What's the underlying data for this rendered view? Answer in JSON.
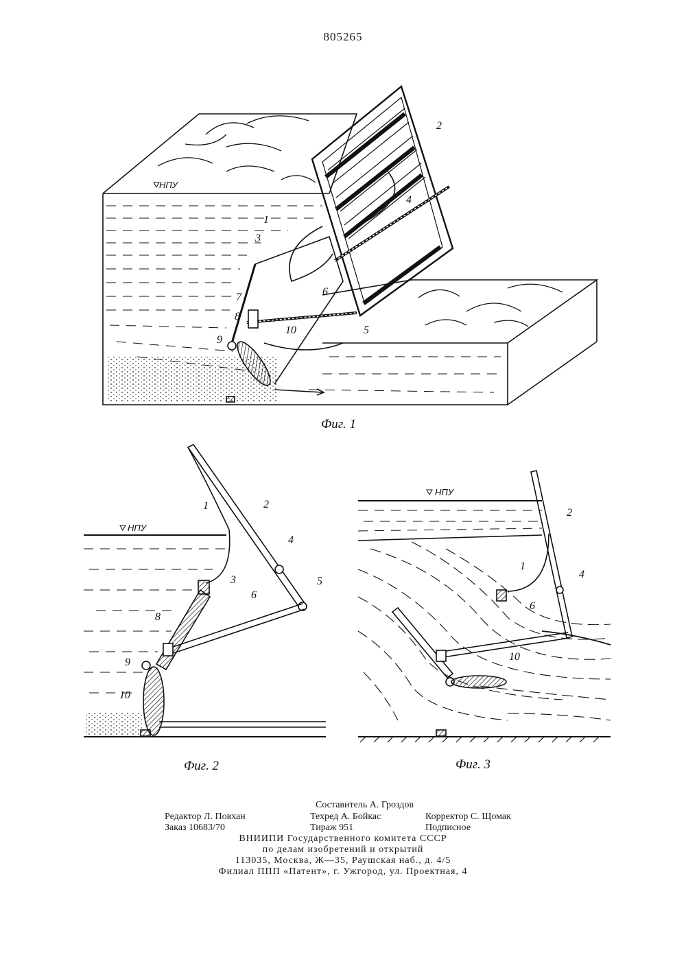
{
  "patent_number": "805265",
  "level_label": "НПУ",
  "figures": [
    {
      "caption": "Фиг. 1",
      "labels": [
        "1",
        "2",
        "3",
        "4",
        "5",
        "6",
        "7",
        "8",
        "9",
        "10"
      ]
    },
    {
      "caption": "Фиг. 2",
      "labels": [
        "1",
        "2",
        "3",
        "4",
        "5",
        "6",
        "8",
        "9",
        "10"
      ]
    },
    {
      "caption": "Фиг. 3",
      "labels": [
        "1",
        "2",
        "4",
        "6",
        "10"
      ]
    }
  ],
  "imprint": {
    "compiler": "Составитель А. Гроздов",
    "editor": "Редактор Л. Повхан",
    "techred": "Техред А. Бойкас",
    "corrector": "Корректор С. Щомак",
    "order": "Заказ 10683/70",
    "circulation": "Тираж 951",
    "subscription": "Подписное",
    "org_line1": "ВНИИПИ Государственного комитета СССР",
    "org_line2": "по делам изобретений и открытий",
    "address": "113035, Москва, Ж—35, Раушская наб., д. 4/5",
    "branch": "Филиал ППП «Патент», г. Ужгород, ул. Проектная, 4"
  }
}
